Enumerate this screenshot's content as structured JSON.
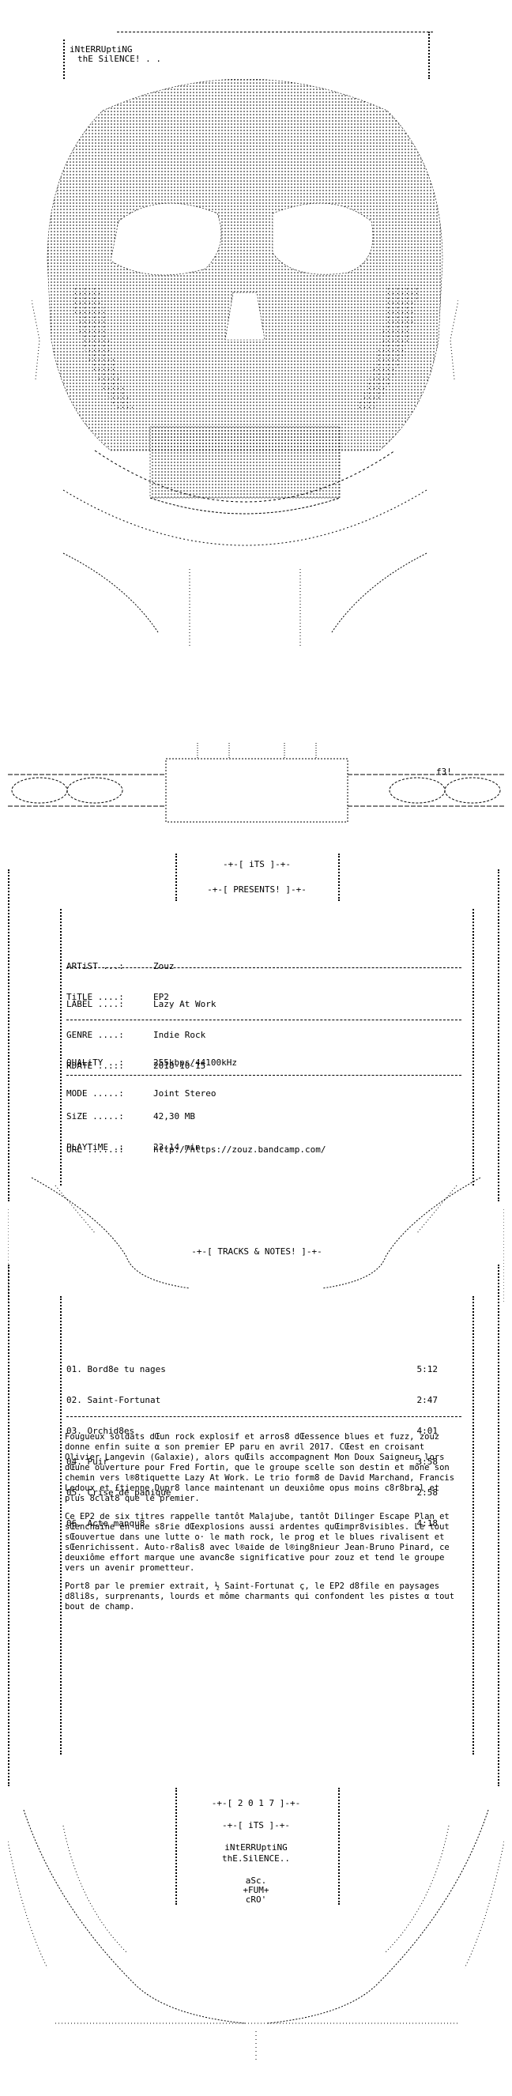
{
  "header": {
    "line1": "iNtERRUptiNG",
    "line2": "thE SilENCE! . ."
  },
  "section_labels": {
    "its": "-+-[ iTS ]-+-",
    "presents": "-+-[ PRESENTS! ]-+-",
    "tracks_notes": "-+-[ TRACKS & NOTES! ]-+-",
    "year": "-+-[ 2 0 1 7 ]-+-",
    "its_bottom": "-+-[ iTS ]-+-",
    "footer_name1": "iNtERRUptiNG",
    "footer_name2": "thE.SilENCE..",
    "credit1": "aSc.",
    "credit2": "+FUM+",
    "credit3": "cRO'",
    "tag": "f3!"
  },
  "info": [
    {
      "key": "ARTiST ...:",
      "value": "Zouz"
    },
    {
      "key": "TiTLE ....:",
      "value": "EP2"
    }
  ],
  "info2": [
    {
      "key": "LABEL ....:",
      "value": "Lazy At Work"
    },
    {
      "key": "GENRE ....:",
      "value": "Indie Rock"
    },
    {
      "key": "RDATE ....:",
      "value": "2018-10-15"
    }
  ],
  "info3": [
    {
      "key": "QUALiTY ..:",
      "value": "255kbps/44100kHz"
    },
    {
      "key": "MODE .....:",
      "value": "Joint Stereo"
    }
  ],
  "info4": [
    {
      "key": "SiZE .....:",
      "value": "42,30 MB"
    },
    {
      "key": "PLAYTiME .:",
      "value": "23:14 min"
    }
  ],
  "url": {
    "key": "URL ......:",
    "value": "http://https://zouz.bandcamp.com/"
  },
  "tracks": [
    {
      "title": "01. Bord8e tu nages",
      "time": "5:12"
    },
    {
      "title": "02. Saint-Fortunat",
      "time": "2:47"
    },
    {
      "title": "03. Orchid8es",
      "time": "4:01"
    },
    {
      "title": "04. Puir",
      "time": "3:58"
    },
    {
      "title": "05. Crise de panique",
      "time": "2:58"
    },
    {
      "title": "06. Acte manqu8",
      "time": "4:18"
    }
  ],
  "notes": [
    "Fougueux soldats dŒun rock explosif et arros8 dŒessence blues et fuzz, zouz donne enfin suite α son premier EP paru en avril 2017. CŒest en croisant Olivier Langevin (Galaxie), alors quŒils accompagnent Mon Doux Saigneur lors dŒune ouverture pour Fred Fortin, que le groupe scelle son destin et mône son chemin vers l®8tiquette Lazy At Work. Le trio form8 de David Marchand, Francis Ledoux et £tienne Dupr8 lance maintenant un deuxiôme opus moins c8r8bral et plus 8clat8 que le premier.",
    "Ce EP2 de six titres rappelle tantôt Malajube, tantôt Dilinger Escape Plan et sŒenchaîne en une s8rie dŒexplosions aussi ardentes quŒimpr8visibles. Le tout sŒouvertue dans une lutte o· le math rock, le prog et le blues rivalisent et sŒenrichissent. Auto-r8alis8 avec l®aide de l®ing8nieur Jean-Bruno Pinard, ce deuxiôme effort marque une avanc8e significative pour zouz et tend le groupe vers un avenir prometteur.",
    "Port8 par le premier extrait, ½ Saint-Fortunat ç, le EP2 d8file en paysages d8li8s, surprenants, lourds et môme charmants qui confondent les pistes α tout bout de champ."
  ]
}
